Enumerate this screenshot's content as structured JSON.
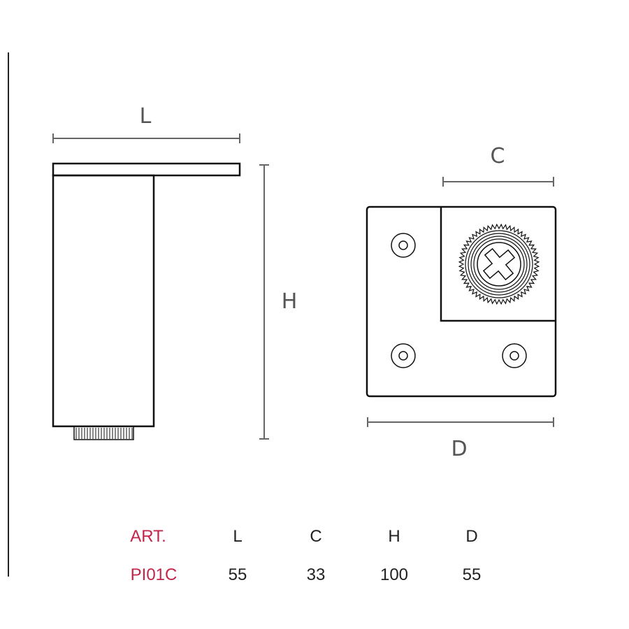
{
  "drawing": {
    "dimension_labels": {
      "L": "L",
      "H": "H",
      "C": "C",
      "D": "D"
    },
    "colors": {
      "line": "#111111",
      "dimension": "#666666",
      "accent": "#c0264a"
    }
  },
  "spec_table": {
    "headers": [
      "ART.",
      "L",
      "C",
      "H",
      "D"
    ],
    "rows": [
      [
        "PI01C",
        "55",
        "33",
        "100",
        "55"
      ]
    ]
  }
}
